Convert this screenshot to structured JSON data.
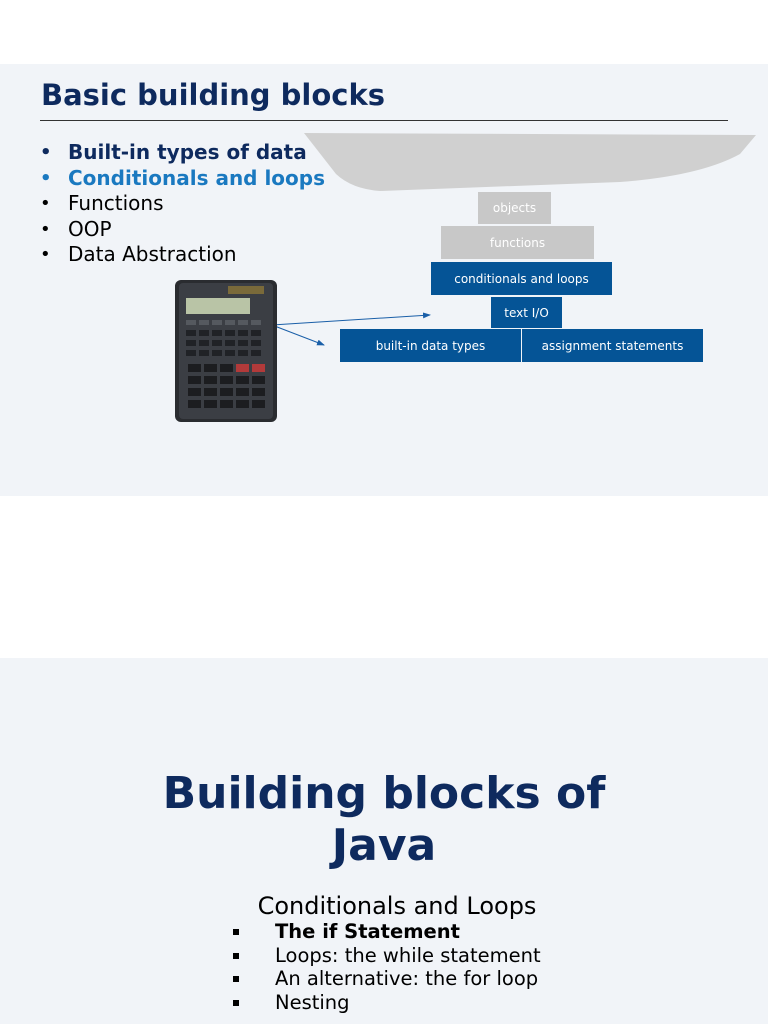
{
  "slide1": {
    "title": "Basic building blocks",
    "bullets": [
      "Built-in types of data",
      "Conditionals and loops",
      "Functions",
      "OOP",
      "Data Abstraction"
    ],
    "blocks": {
      "objects": "objects",
      "functions": "functions",
      "conditionals": "conditionals and loops",
      "text_io": "text I/O",
      "builtin": "built-in data types",
      "assignment": "assignment statements"
    },
    "colors": {
      "title": "#0e2a5e",
      "highlight": "#1a79c0",
      "block_blue": "#055496",
      "block_gray": "#c8c8c8"
    }
  },
  "slide2": {
    "title_line1": "Building blocks of",
    "title_line2": "Java",
    "subtitle": "Conditionals and Loops",
    "items": [
      "The if Statement",
      "Loops: the while statement",
      "An alternative: the for loop",
      "Nesting"
    ]
  }
}
